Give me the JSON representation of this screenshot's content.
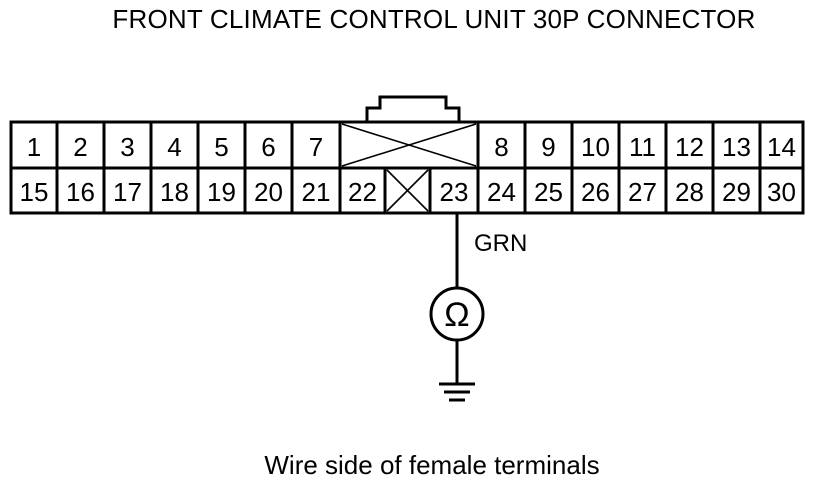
{
  "title": "FRONT CLIMATE CONTROL UNIT 30P CONNECTOR",
  "caption": "Wire side of female terminals",
  "wire": {
    "color_label": "GRN",
    "terminal": "23"
  },
  "meter": {
    "symbol": "Ω",
    "icon": "ohmmeter-icon"
  },
  "ground_icon": "ground-icon",
  "connector": {
    "pin_count": 30,
    "top_row": [
      "1",
      "2",
      "3",
      "4",
      "5",
      "6",
      "7",
      "",
      "8",
      "9",
      "10",
      "11",
      "12",
      "13",
      "14"
    ],
    "bottom_row": [
      "15",
      "16",
      "17",
      "18",
      "19",
      "20",
      "21",
      "22",
      "",
      "23",
      "24",
      "25",
      "26",
      "27",
      "28",
      "29",
      "30"
    ],
    "unused_cavities": [
      "top-center-blank",
      "bottom-between-22-23"
    ]
  },
  "colors": {
    "line": "#000000",
    "background": "#ffffff"
  }
}
